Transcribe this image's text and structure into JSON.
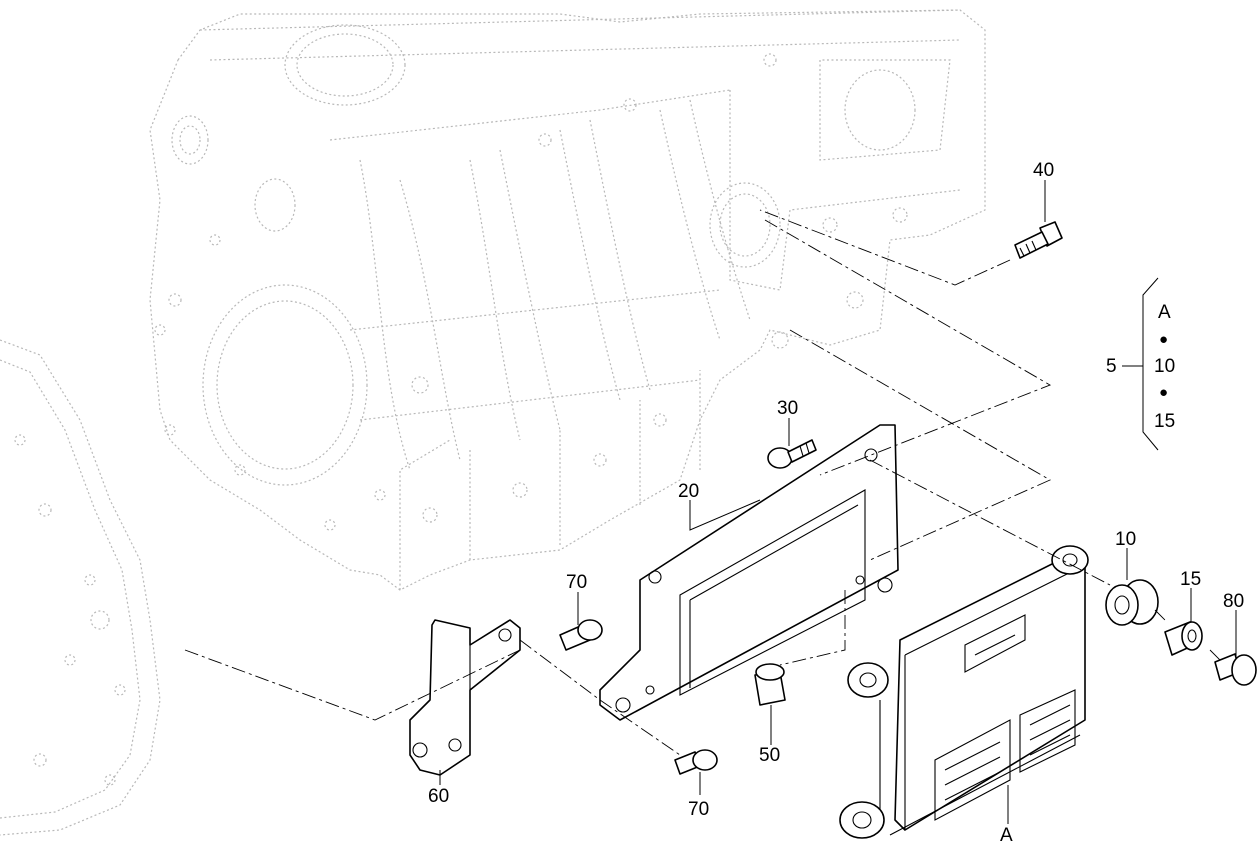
{
  "callouts": {
    "c40": "40",
    "c30": "30",
    "c20": "20",
    "c10": "10",
    "c15": "15",
    "c80": "80",
    "c70a": "70",
    "c70b": "70",
    "c50": "50",
    "c60": "60",
    "cA": "A"
  },
  "kit_bracket": {
    "label": "5",
    "items": [
      "A",
      "10",
      "15"
    ],
    "separator": "●"
  }
}
